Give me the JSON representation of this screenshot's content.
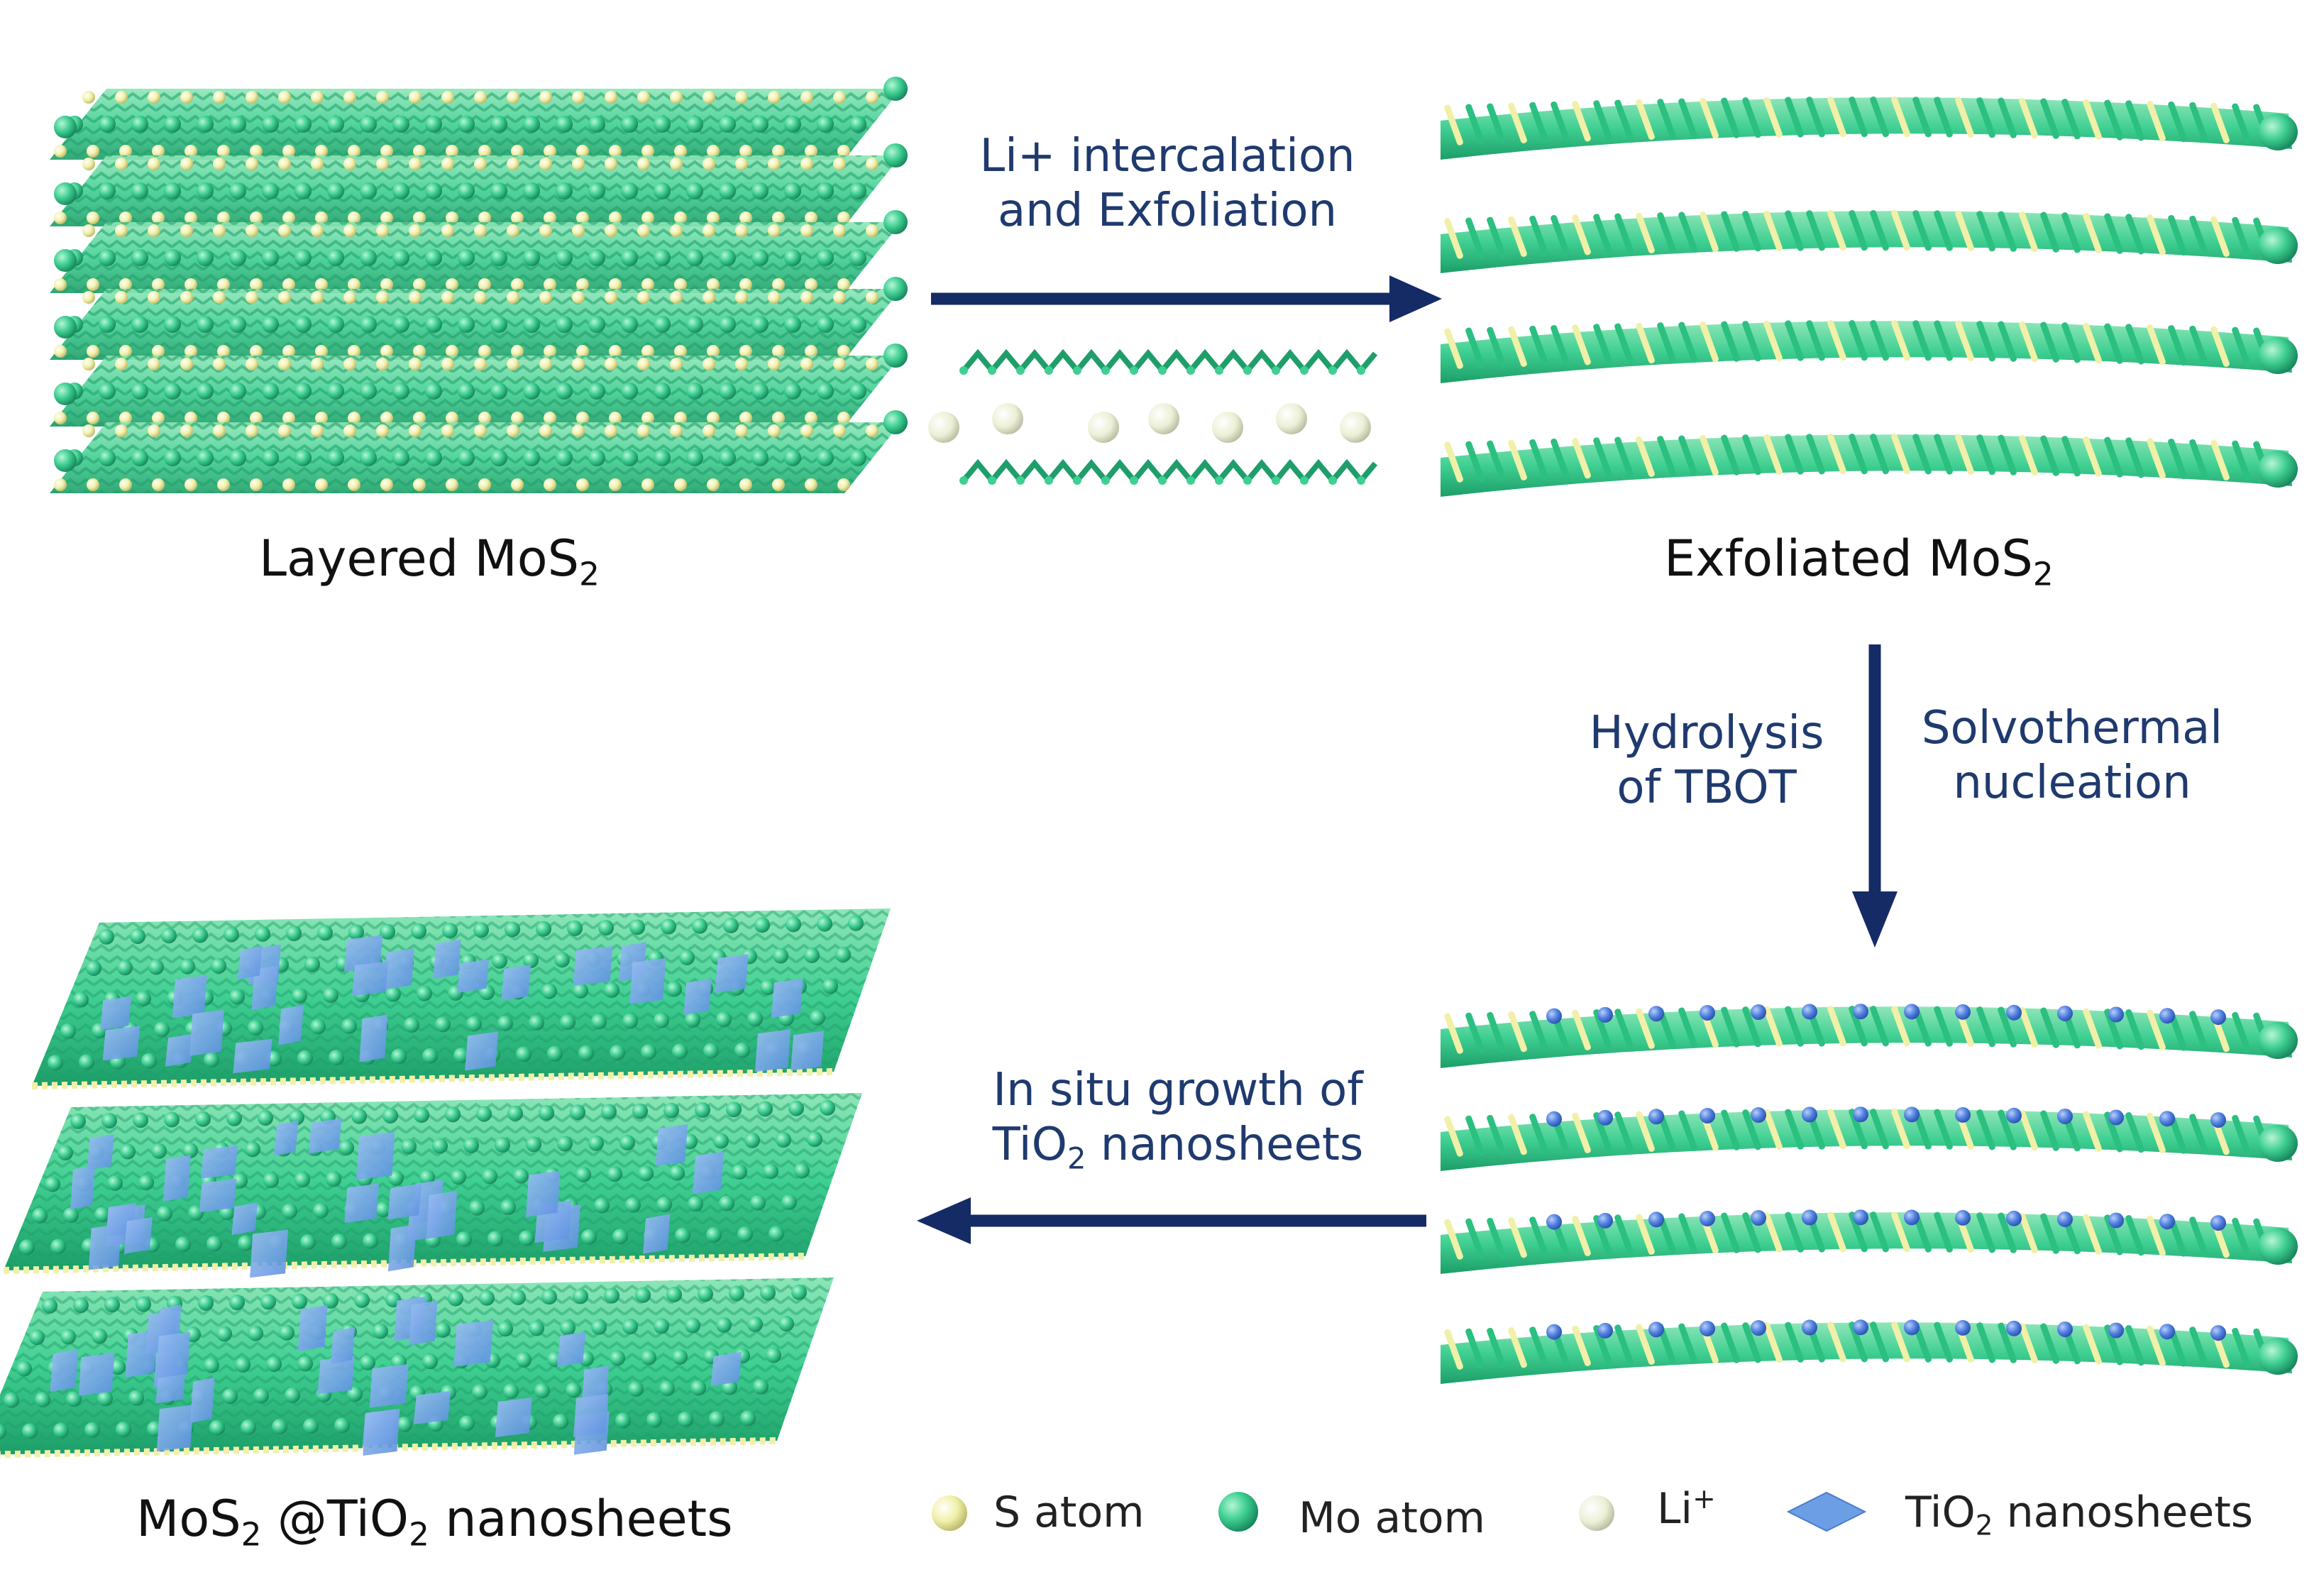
{
  "panels": {
    "layered": {
      "name": "Layered MoS",
      "sub": "2"
    },
    "exfoliated": {
      "name": "Exfoliated MoS",
      "sub": "2"
    },
    "composite": {
      "pre": "MoS",
      "sub1": "2",
      "mid": " @TiO",
      "sub2": "2",
      "post": " nanosheets"
    }
  },
  "steps": {
    "intercalation": {
      "line1": "Li+ intercalation",
      "line2": "and Exfoliation"
    },
    "hydrolysis": {
      "line1": "Hydrolysis",
      "line2": "of TBOT"
    },
    "solvothermal": {
      "line1": "Solvothermal",
      "line2": "nucleation"
    },
    "growth": {
      "line1": "In situ growth of",
      "line2_pre": "TiO",
      "line2_sub": "2",
      "line2_post": " nanosheets"
    }
  },
  "legend": {
    "s_atom": "S atom",
    "mo_atom": "Mo atom",
    "li": {
      "base": "Li",
      "sup": "+"
    },
    "tio2": {
      "pre": "TiO",
      "sub": "2",
      "post": " nanosheets"
    }
  },
  "colors": {
    "mo_atom": "#3fcf92",
    "mo_dark": "#1f9e6a",
    "s_atom": "#f1f0a8",
    "li_ion": "#ecefd6",
    "tio2_sheet": "#6c9ee6",
    "tio2_dot": "#3f6fd9",
    "arrow": "#142b66"
  }
}
